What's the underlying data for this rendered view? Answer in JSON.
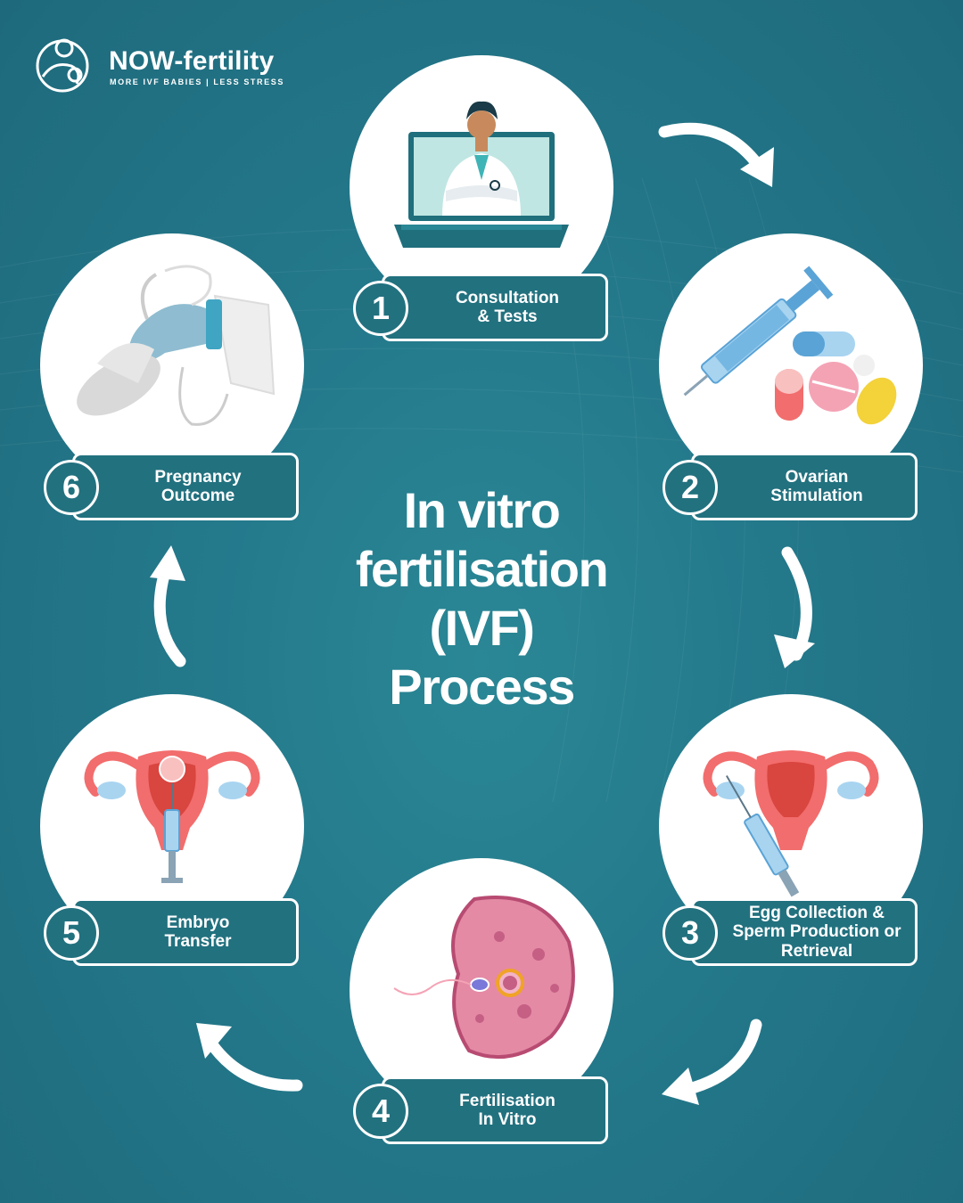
{
  "brand": {
    "name": "NOW-fertility",
    "tagline": "MORE IVF BABIES | LESS STRESS"
  },
  "title": {
    "lines": [
      "In vitro",
      "fertilisation",
      "(IVF)",
      "Process"
    ]
  },
  "steps": [
    {
      "number": "1",
      "label": "Consultation\n& Tests",
      "icon": "doctor-on-laptop-icon"
    },
    {
      "number": "2",
      "label": "Ovarian\nStimulation",
      "icon": "syringe-and-pills-icon"
    },
    {
      "number": "3",
      "label": "Egg Collection &\nSperm Production or\nRetrieval",
      "icon": "egg-retrieval-uterus-icon"
    },
    {
      "number": "4",
      "label": "Fertilisation\nIn Vitro",
      "icon": "sperm-and-egg-cell-icon"
    },
    {
      "number": "5",
      "label": "Embryo\nTransfer",
      "icon": "embryo-transfer-uterus-icon"
    },
    {
      "number": "6",
      "label": "Pregnancy\nOutcome",
      "icon": "ultrasound-probe-icon"
    }
  ],
  "colors": {
    "background": "#23788a",
    "card": "#22717f",
    "circle": "#ffffff",
    "accent_red": "#e8665d"
  }
}
